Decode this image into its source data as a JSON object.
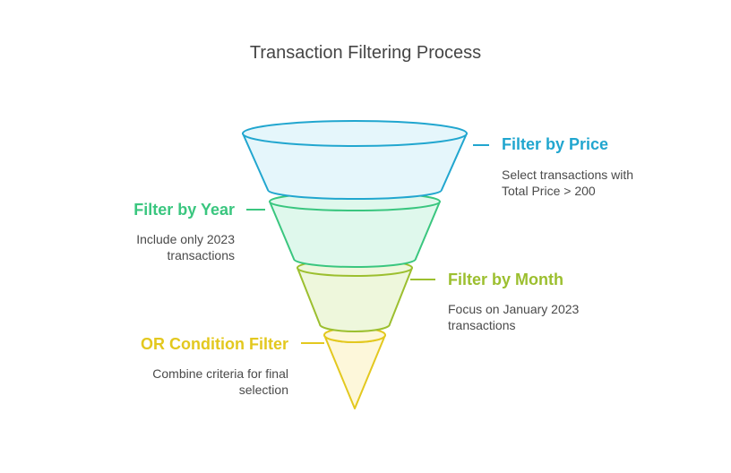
{
  "title": "Transaction Filtering Process",
  "stages": [
    {
      "heading": "Filter by Price",
      "desc_lines": [
        "Select transactions with",
        "Total Price > 200"
      ],
      "color": "#21a6cf",
      "fill": "#e5f6fb"
    },
    {
      "heading": "Filter by Year",
      "desc_lines": [
        "Include only 2023",
        "transactions"
      ],
      "color": "#3ac67f",
      "fill": "#dff8ec"
    },
    {
      "heading": "Filter by Month",
      "desc_lines": [
        "Focus on January 2023",
        "transactions"
      ],
      "color": "#9cbf2f",
      "fill": "#eef7dc"
    },
    {
      "heading": "OR Condition Filter",
      "desc_lines": [
        "Combine criteria for final",
        "selection"
      ],
      "color": "#e3c81f",
      "fill": "#fdf7da"
    }
  ]
}
